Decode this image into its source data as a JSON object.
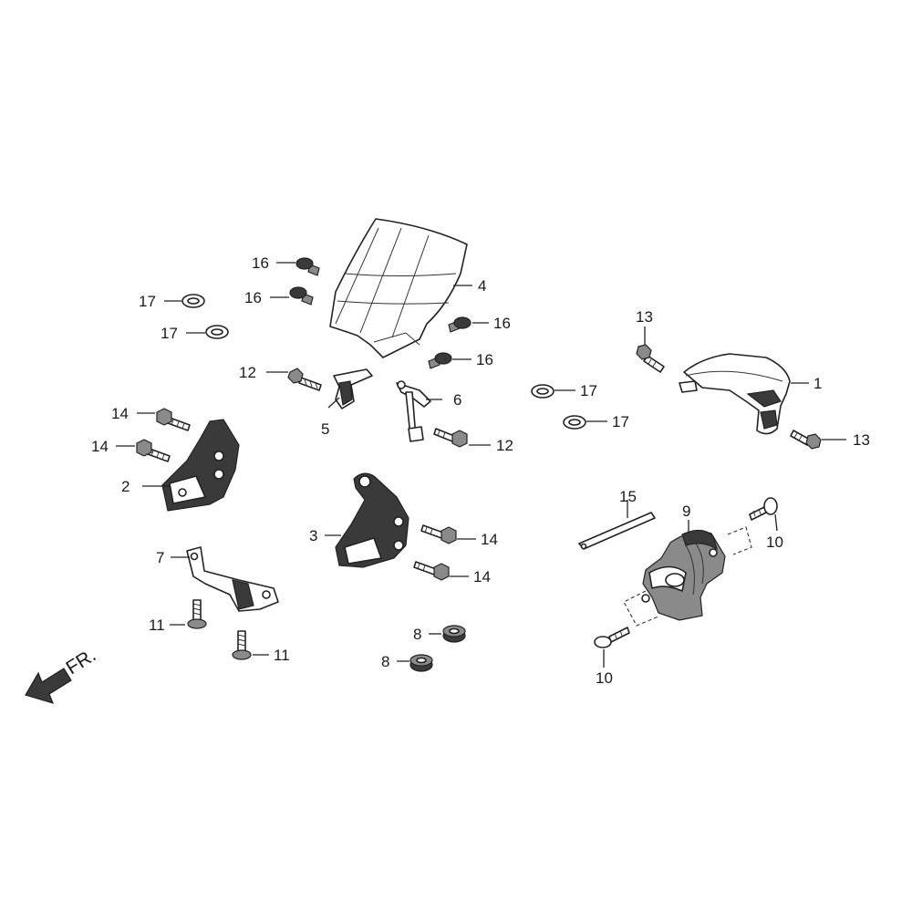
{
  "colors": {
    "line": "#222222",
    "dark_fill": "#3a3a3a",
    "background": "#ffffff"
  },
  "direction_label": "FR.",
  "callouts": [
    {
      "id": "c1",
      "text": "1"
    },
    {
      "id": "c2",
      "text": "2"
    },
    {
      "id": "c3",
      "text": "3"
    },
    {
      "id": "c4",
      "text": "4"
    },
    {
      "id": "c5",
      "text": "5"
    },
    {
      "id": "c6",
      "text": "6"
    },
    {
      "id": "c7",
      "text": "7"
    },
    {
      "id": "c8a",
      "text": "8"
    },
    {
      "id": "c8b",
      "text": "8"
    },
    {
      "id": "c9",
      "text": "9"
    },
    {
      "id": "c10a",
      "text": "10"
    },
    {
      "id": "c10b",
      "text": "10"
    },
    {
      "id": "c11a",
      "text": "11"
    },
    {
      "id": "c11b",
      "text": "11"
    },
    {
      "id": "c12a",
      "text": "12"
    },
    {
      "id": "c12b",
      "text": "12"
    },
    {
      "id": "c13a",
      "text": "13"
    },
    {
      "id": "c13b",
      "text": "13"
    },
    {
      "id": "c14a",
      "text": "14"
    },
    {
      "id": "c14b",
      "text": "14"
    },
    {
      "id": "c14c",
      "text": "14"
    },
    {
      "id": "c14d",
      "text": "14"
    },
    {
      "id": "c15",
      "text": "15"
    },
    {
      "id": "c16a",
      "text": "16"
    },
    {
      "id": "c16b",
      "text": "16"
    },
    {
      "id": "c16c",
      "text": "16"
    },
    {
      "id": "c16d",
      "text": "16"
    },
    {
      "id": "c17a",
      "text": "17"
    },
    {
      "id": "c17b",
      "text": "17"
    },
    {
      "id": "c17c",
      "text": "17"
    },
    {
      "id": "c17d",
      "text": "17"
    }
  ]
}
